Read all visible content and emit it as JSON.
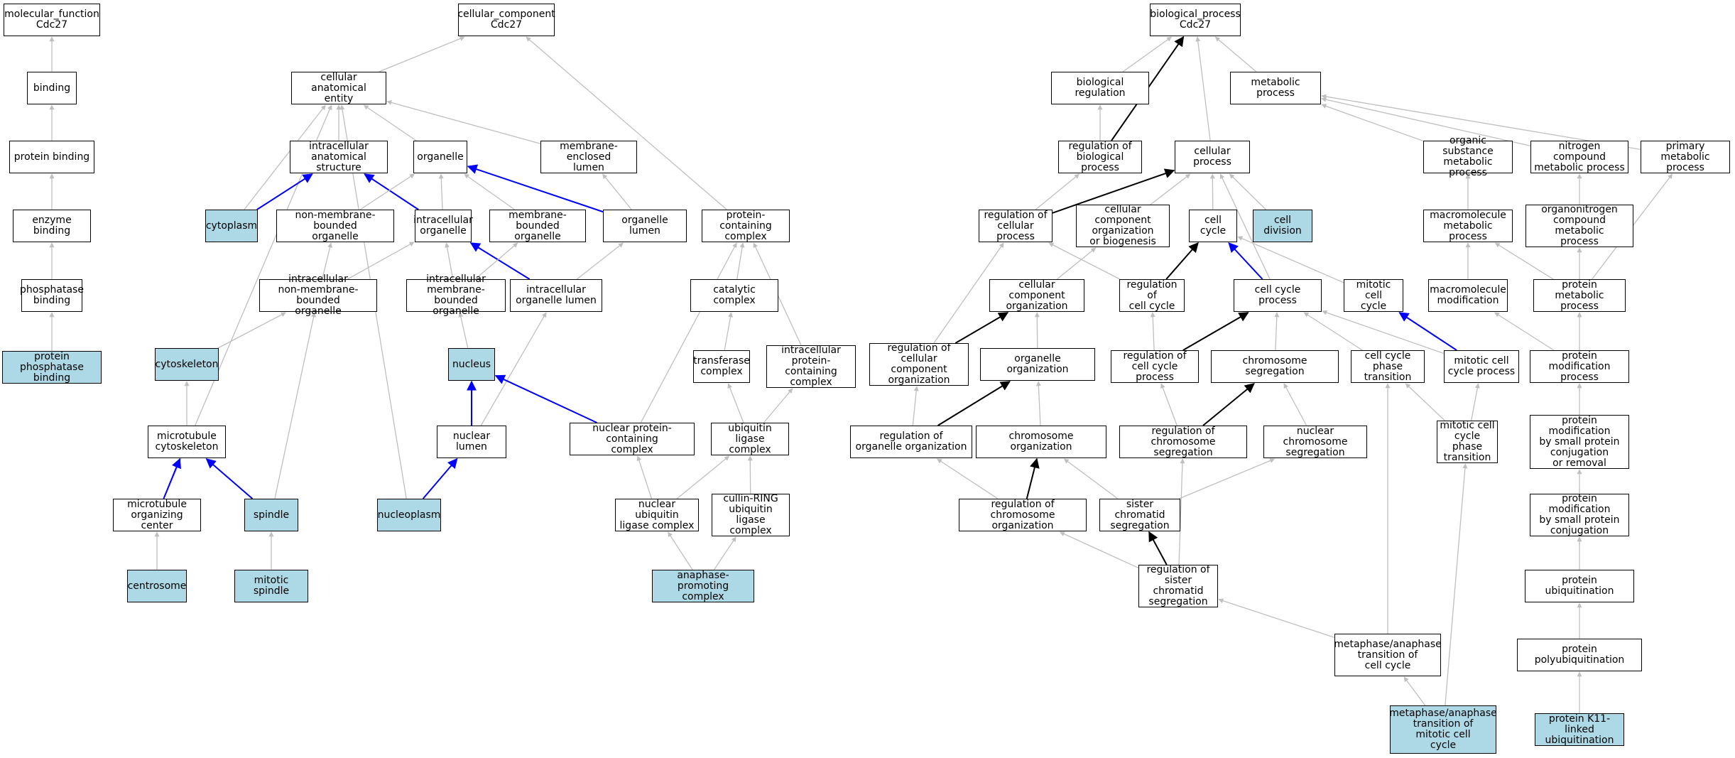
{
  "colors": {
    "normal_edge": "#bfbfbf",
    "is_a_edge": "#0000ff",
    "regulates_edge": "#000000",
    "highlight": "#add8e6"
  },
  "nodes": [
    {
      "id": "mf",
      "label": "molecular_function\nCdc27",
      "highlight": false
    },
    {
      "id": "binding",
      "label": "binding",
      "highlight": false
    },
    {
      "id": "protbind",
      "label": "protein binding",
      "highlight": false
    },
    {
      "id": "enzbind",
      "label": "enzyme binding",
      "highlight": false
    },
    {
      "id": "phosbind",
      "label": "phosphatase\nbinding",
      "highlight": false
    },
    {
      "id": "ppbind",
      "label": "protein phosphatase\nbinding",
      "highlight": true
    },
    {
      "id": "cc",
      "label": "cellular_component\nCdc27",
      "highlight": false
    },
    {
      "id": "cae",
      "label": "cellular anatomical\nentity",
      "highlight": false
    },
    {
      "id": "ias",
      "label": "intracellular\nanatomical structure",
      "highlight": false
    },
    {
      "id": "organelle",
      "label": "organelle",
      "highlight": false
    },
    {
      "id": "mel",
      "label": "membrane-enclosed\nlumen",
      "highlight": false
    },
    {
      "id": "cytoplasm",
      "label": "cytoplasm",
      "highlight": true
    },
    {
      "id": "nmbo",
      "label": "non-membrane-bounded\norganelle",
      "highlight": false
    },
    {
      "id": "io",
      "label": "intracellular\norganelle",
      "highlight": false
    },
    {
      "id": "mbo",
      "label": "membrane-bounded\norganelle",
      "highlight": false
    },
    {
      "id": "olumen",
      "label": "organelle lumen",
      "highlight": false
    },
    {
      "id": "pcc",
      "label": "protein-containing\ncomplex",
      "highlight": false
    },
    {
      "id": "inmbo",
      "label": "intracellular\nnon-membrane-bounded\norganelle",
      "highlight": false
    },
    {
      "id": "imbo",
      "label": "intracellular\nmembrane-bounded\norganelle",
      "highlight": false
    },
    {
      "id": "iol",
      "label": "intracellular\norganelle lumen",
      "highlight": false
    },
    {
      "id": "catcx",
      "label": "catalytic complex",
      "highlight": false
    },
    {
      "id": "cytosk",
      "label": "cytoskeleton",
      "highlight": true
    },
    {
      "id": "nucleus",
      "label": "nucleus",
      "highlight": true
    },
    {
      "id": "transfcx",
      "label": "transferase\ncomplex",
      "highlight": false
    },
    {
      "id": "ipcc",
      "label": "intracellular\nprotein-containing\ncomplex",
      "highlight": false
    },
    {
      "id": "mtcsk",
      "label": "microtubule\ncytoskeleton",
      "highlight": false
    },
    {
      "id": "nlumen",
      "label": "nuclear lumen",
      "highlight": false
    },
    {
      "id": "npcc",
      "label": "nuclear protein-containing\ncomplex",
      "highlight": false
    },
    {
      "id": "ubligcx",
      "label": "ubiquitin ligase\ncomplex",
      "highlight": false
    },
    {
      "id": "mtoc",
      "label": "microtubule\norganizing center",
      "highlight": false
    },
    {
      "id": "spindle",
      "label": "spindle",
      "highlight": true
    },
    {
      "id": "nucleoplasm",
      "label": "nucleoplasm",
      "highlight": true
    },
    {
      "id": "nubligcx",
      "label": "nuclear ubiquitin\nligase complex",
      "highlight": false
    },
    {
      "id": "crl",
      "label": "cullin-RING\nubiquitin ligase\ncomplex",
      "highlight": false
    },
    {
      "id": "centrosome",
      "label": "centrosome",
      "highlight": true
    },
    {
      "id": "mitspindle",
      "label": "mitotic spindle",
      "highlight": true
    },
    {
      "id": "apc",
      "label": "anaphase-promoting\ncomplex",
      "highlight": true
    },
    {
      "id": "bp",
      "label": "biological_process\nCdc27",
      "highlight": false
    },
    {
      "id": "bioreg",
      "label": "biological regulation",
      "highlight": false
    },
    {
      "id": "metproc",
      "label": "metabolic process",
      "highlight": false
    },
    {
      "id": "regbp",
      "label": "regulation of\nbiological process",
      "highlight": false
    },
    {
      "id": "cellproc",
      "label": "cellular process",
      "highlight": false
    },
    {
      "id": "osmp",
      "label": "organic substance\nmetabolic process",
      "highlight": false
    },
    {
      "id": "ncmp",
      "label": "nitrogen compound\nmetabolic process",
      "highlight": false
    },
    {
      "id": "pmp",
      "label": "primary metabolic\nprocess",
      "highlight": false
    },
    {
      "id": "regcp",
      "label": "regulation of\ncellular process",
      "highlight": false
    },
    {
      "id": "ccob",
      "label": "cellular component\norganization\nor biogenesis",
      "highlight": false
    },
    {
      "id": "cellcycle",
      "label": "cell cycle",
      "highlight": false
    },
    {
      "id": "celldiv",
      "label": "cell division",
      "highlight": true
    },
    {
      "id": "mmp",
      "label": "macromolecule\nmetabolic process",
      "highlight": false
    },
    {
      "id": "oncmp",
      "label": "organonitrogen\ncompound metabolic\nprocess",
      "highlight": false
    },
    {
      "id": "cco",
      "label": "cellular component\norganization",
      "highlight": false
    },
    {
      "id": "regcc",
      "label": "regulation of\ncell cycle",
      "highlight": false
    },
    {
      "id": "ccp",
      "label": "cell cycle process",
      "highlight": false
    },
    {
      "id": "mcc",
      "label": "mitotic cell\ncycle",
      "highlight": false
    },
    {
      "id": "mmod",
      "label": "macromolecule\nmodification",
      "highlight": false
    },
    {
      "id": "protmet",
      "label": "protein metabolic\nprocess",
      "highlight": false
    },
    {
      "id": "regcco",
      "label": "regulation of\ncellular component\norganization",
      "highlight": false
    },
    {
      "id": "orgorg",
      "label": "organelle organization",
      "highlight": false
    },
    {
      "id": "regccp",
      "label": "regulation of\ncell cycle process",
      "highlight": false
    },
    {
      "id": "chrseg",
      "label": "chromosome segregation",
      "highlight": false
    },
    {
      "id": "ccpt",
      "label": "cell cycle phase\ntransition",
      "highlight": false
    },
    {
      "id": "mccp",
      "label": "mitotic cell\ncycle process",
      "highlight": false
    },
    {
      "id": "pmodp",
      "label": "protein modification\nprocess",
      "highlight": false
    },
    {
      "id": "regoo",
      "label": "regulation of\norganelle organization",
      "highlight": false
    },
    {
      "id": "chrorg",
      "label": "chromosome organization",
      "highlight": false
    },
    {
      "id": "regcs",
      "label": "regulation of\nchromosome segregation",
      "highlight": false
    },
    {
      "id": "ncs",
      "label": "nuclear chromosome\nsegregation",
      "highlight": false
    },
    {
      "id": "mccpt",
      "label": "mitotic cell\ncycle phase\ntransition",
      "highlight": false
    },
    {
      "id": "pmspcr",
      "label": "protein modification\nby small protein\nconjugation\nor removal",
      "highlight": false
    },
    {
      "id": "regco",
      "label": "regulation of\nchromosome organization",
      "highlight": false
    },
    {
      "id": "scs",
      "label": "sister chromatid\nsegregation",
      "highlight": false
    },
    {
      "id": "pmspc",
      "label": "protein modification\nby small protein\nconjugation",
      "highlight": false
    },
    {
      "id": "regscs",
      "label": "regulation of\nsister chromatid\nsegregation",
      "highlight": false
    },
    {
      "id": "protubq",
      "label": "protein ubiquitination",
      "highlight": false
    },
    {
      "id": "mact",
      "label": "metaphase/anaphase\ntransition of\ncell cycle",
      "highlight": false
    },
    {
      "id": "protpolyubq",
      "label": "protein polyubiquitination",
      "highlight": false
    },
    {
      "id": "mamcc",
      "label": "metaphase/anaphase\ntransition of\nmitotic cell\ncycle",
      "highlight": true
    },
    {
      "id": "k11ubq",
      "label": "protein K11-linked\nubiquitination",
      "highlight": true
    }
  ],
  "edges": [
    {
      "from": "binding",
      "to": "mf",
      "kind": "normal"
    },
    {
      "from": "protbind",
      "to": "binding",
      "kind": "normal"
    },
    {
      "from": "enzbind",
      "to": "protbind",
      "kind": "normal"
    },
    {
      "from": "phosbind",
      "to": "enzbind",
      "kind": "normal"
    },
    {
      "from": "ppbind",
      "to": "phosbind",
      "kind": "normal"
    },
    {
      "from": "cae",
      "to": "cc",
      "kind": "normal"
    },
    {
      "from": "pcc",
      "to": "cc",
      "kind": "normal"
    },
    {
      "from": "ias",
      "to": "cae",
      "kind": "normal"
    },
    {
      "from": "organelle",
      "to": "cae",
      "kind": "normal"
    },
    {
      "from": "mel",
      "to": "cae",
      "kind": "normal"
    },
    {
      "from": "cytoplasm",
      "to": "cae",
      "kind": "normal"
    },
    {
      "from": "mtoc",
      "to": "cae",
      "kind": "normal"
    },
    {
      "from": "nucleoplasm",
      "to": "cae",
      "kind": "normal"
    },
    {
      "from": "cytoplasm",
      "to": "ias",
      "kind": "isa"
    },
    {
      "from": "io",
      "to": "ias",
      "kind": "isa"
    },
    {
      "from": "olumen",
      "to": "organelle",
      "kind": "isa"
    },
    {
      "from": "nmbo",
      "to": "organelle",
      "kind": "normal"
    },
    {
      "from": "io",
      "to": "organelle",
      "kind": "normal"
    },
    {
      "from": "mbo",
      "to": "organelle",
      "kind": "normal"
    },
    {
      "from": "olumen",
      "to": "mel",
      "kind": "normal"
    },
    {
      "from": "inmbo",
      "to": "nmbo",
      "kind": "normal"
    },
    {
      "from": "inmbo",
      "to": "io",
      "kind": "normal"
    },
    {
      "from": "imbo",
      "to": "io",
      "kind": "normal"
    },
    {
      "from": "iol",
      "to": "io",
      "kind": "isa"
    },
    {
      "from": "imbo",
      "to": "mbo",
      "kind": "normal"
    },
    {
      "from": "iol",
      "to": "olumen",
      "kind": "normal"
    },
    {
      "from": "catcx",
      "to": "pcc",
      "kind": "normal"
    },
    {
      "from": "ipcc",
      "to": "pcc",
      "kind": "normal"
    },
    {
      "from": "npcc",
      "to": "pcc",
      "kind": "normal"
    },
    {
      "from": "cytosk",
      "to": "inmbo",
      "kind": "normal"
    },
    {
      "from": "spindle",
      "to": "inmbo",
      "kind": "normal"
    },
    {
      "from": "nucleus",
      "to": "imbo",
      "kind": "normal"
    },
    {
      "from": "nlumen",
      "to": "iol",
      "kind": "normal"
    },
    {
      "from": "transfcx",
      "to": "catcx",
      "kind": "normal"
    },
    {
      "from": "mtcsk",
      "to": "cytosk",
      "kind": "normal"
    },
    {
      "from": "nlumen",
      "to": "nucleus",
      "kind": "isa"
    },
    {
      "from": "npcc",
      "to": "nucleus",
      "kind": "isa"
    },
    {
      "from": "ubligcx",
      "to": "transfcx",
      "kind": "normal"
    },
    {
      "from": "ubligcx",
      "to": "ipcc",
      "kind": "normal"
    },
    {
      "from": "mtoc",
      "to": "mtcsk",
      "kind": "isa"
    },
    {
      "from": "spindle",
      "to": "mtcsk",
      "kind": "isa"
    },
    {
      "from": "nucleoplasm",
      "to": "nlumen",
      "kind": "isa"
    },
    {
      "from": "nubligcx",
      "to": "npcc",
      "kind": "normal"
    },
    {
      "from": "nubligcx",
      "to": "ubligcx",
      "kind": "normal"
    },
    {
      "from": "crl",
      "to": "ubligcx",
      "kind": "normal"
    },
    {
      "from": "centrosome",
      "to": "mtoc",
      "kind": "normal"
    },
    {
      "from": "mitspindle",
      "to": "spindle",
      "kind": "normal"
    },
    {
      "from": "apc",
      "to": "nubligcx",
      "kind": "normal"
    },
    {
      "from": "apc",
      "to": "crl",
      "kind": "normal"
    },
    {
      "from": "bioreg",
      "to": "bp",
      "kind": "normal"
    },
    {
      "from": "regbp",
      "to": "bp",
      "kind": "reg"
    },
    {
      "from": "cellproc",
      "to": "bp",
      "kind": "normal"
    },
    {
      "from": "metproc",
      "to": "bp",
      "kind": "normal"
    },
    {
      "from": "regbp",
      "to": "bioreg",
      "kind": "normal"
    },
    {
      "from": "osmp",
      "to": "metproc",
      "kind": "normal"
    },
    {
      "from": "ncmp",
      "to": "metproc",
      "kind": "normal"
    },
    {
      "from": "pmp",
      "to": "metproc",
      "kind": "normal"
    },
    {
      "from": "regcp",
      "to": "regbp",
      "kind": "normal"
    },
    {
      "from": "regcp",
      "to": "cellproc",
      "kind": "reg"
    },
    {
      "from": "ccob",
      "to": "cellproc",
      "kind": "normal"
    },
    {
      "from": "cellcycle",
      "to": "cellproc",
      "kind": "normal"
    },
    {
      "from": "celldiv",
      "to": "cellproc",
      "kind": "normal"
    },
    {
      "from": "ccp",
      "to": "cellproc",
      "kind": "normal"
    },
    {
      "from": "mmp",
      "to": "osmp",
      "kind": "normal"
    },
    {
      "from": "oncmp",
      "to": "ncmp",
      "kind": "normal"
    },
    {
      "from": "protmet",
      "to": "pmp",
      "kind": "normal"
    },
    {
      "from": "regcco",
      "to": "regcp",
      "kind": "normal"
    },
    {
      "from": "regcc",
      "to": "regcp",
      "kind": "normal"
    },
    {
      "from": "cco",
      "to": "ccob",
      "kind": "normal"
    },
    {
      "from": "regcc",
      "to": "cellcycle",
      "kind": "reg"
    },
    {
      "from": "ccp",
      "to": "cellcycle",
      "kind": "isa"
    },
    {
      "from": "mcc",
      "to": "cellcycle",
      "kind": "normal"
    },
    {
      "from": "mmod",
      "to": "mmp",
      "kind": "normal"
    },
    {
      "from": "protmet",
      "to": "mmp",
      "kind": "normal"
    },
    {
      "from": "protmet",
      "to": "oncmp",
      "kind": "normal"
    },
    {
      "from": "regcco",
      "to": "cco",
      "kind": "reg"
    },
    {
      "from": "orgorg",
      "to": "cco",
      "kind": "normal"
    },
    {
      "from": "regccp",
      "to": "regcc",
      "kind": "normal"
    },
    {
      "from": "regccp",
      "to": "ccp",
      "kind": "reg"
    },
    {
      "from": "chrseg",
      "to": "ccp",
      "kind": "normal"
    },
    {
      "from": "ccpt",
      "to": "ccp",
      "kind": "normal"
    },
    {
      "from": "mccp",
      "to": "ccp",
      "kind": "normal"
    },
    {
      "from": "mccp",
      "to": "mcc",
      "kind": "isa"
    },
    {
      "from": "pmodp",
      "to": "mmod",
      "kind": "normal"
    },
    {
      "from": "pmodp",
      "to": "protmet",
      "kind": "normal"
    },
    {
      "from": "regoo",
      "to": "regcco",
      "kind": "normal"
    },
    {
      "from": "regoo",
      "to": "orgorg",
      "kind": "reg"
    },
    {
      "from": "chrorg",
      "to": "orgorg",
      "kind": "normal"
    },
    {
      "from": "regcs",
      "to": "regccp",
      "kind": "normal"
    },
    {
      "from": "regcs",
      "to": "chrseg",
      "kind": "reg"
    },
    {
      "from": "ncs",
      "to": "chrseg",
      "kind": "normal"
    },
    {
      "from": "mccpt",
      "to": "ccpt",
      "kind": "normal"
    },
    {
      "from": "mccpt",
      "to": "mccp",
      "kind": "normal"
    },
    {
      "from": "pmspcr",
      "to": "pmodp",
      "kind": "normal"
    },
    {
      "from": "regco",
      "to": "regoo",
      "kind": "normal"
    },
    {
      "from": "regco",
      "to": "chrorg",
      "kind": "reg"
    },
    {
      "from": "scs",
      "to": "chrorg",
      "kind": "normal"
    },
    {
      "from": "regscs",
      "to": "regcs",
      "kind": "normal"
    },
    {
      "from": "scs",
      "to": "ncs",
      "kind": "normal"
    },
    {
      "from": "pmspc",
      "to": "pmspcr",
      "kind": "normal"
    },
    {
      "from": "regscs",
      "to": "regco",
      "kind": "normal"
    },
    {
      "from": "regscs",
      "to": "scs",
      "kind": "reg"
    },
    {
      "from": "protubq",
      "to": "pmspc",
      "kind": "normal"
    },
    {
      "from": "mact",
      "to": "regscs",
      "kind": "normal"
    },
    {
      "from": "mact",
      "to": "ccpt",
      "kind": "normal"
    },
    {
      "from": "protpolyubq",
      "to": "protubq",
      "kind": "normal"
    },
    {
      "from": "mamcc",
      "to": "mact",
      "kind": "normal"
    },
    {
      "from": "mamcc",
      "to": "mccpt",
      "kind": "normal"
    },
    {
      "from": "k11ubq",
      "to": "protpolyubq",
      "kind": "normal"
    }
  ]
}
